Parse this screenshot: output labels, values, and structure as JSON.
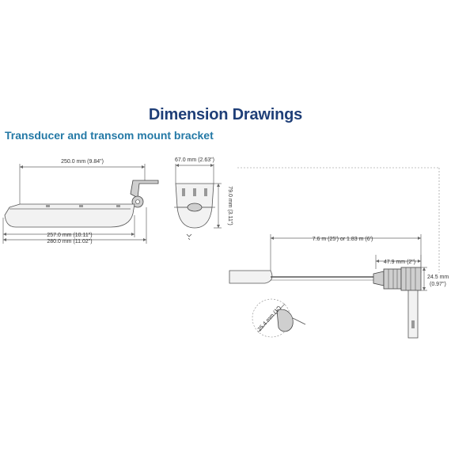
{
  "header": {
    "title": "Dimension Drawings",
    "subtitle": "Transducer and transom mount bracket"
  },
  "dimensions": {
    "length_top": "250.0 mm (9.84\")",
    "width_top": "67.0 mm (2.63\")",
    "height_side": "79.0 mm (3.11\")",
    "length_mid": "257.0 mm (10.11\")",
    "length_bottom": "280.0 mm (11.02\")",
    "cable_length": "7.6 m (25') or 1.83 m (6')",
    "connector_length": "47.9 mm (2\")",
    "connector_diameter_mm": "24.5 mm",
    "connector_diameter_in": "(0.97\")",
    "hole_diameter": "25.4 mm (1\")"
  },
  "colors": {
    "title": "#1f3f78",
    "subtitle": "#2479a6"
  }
}
